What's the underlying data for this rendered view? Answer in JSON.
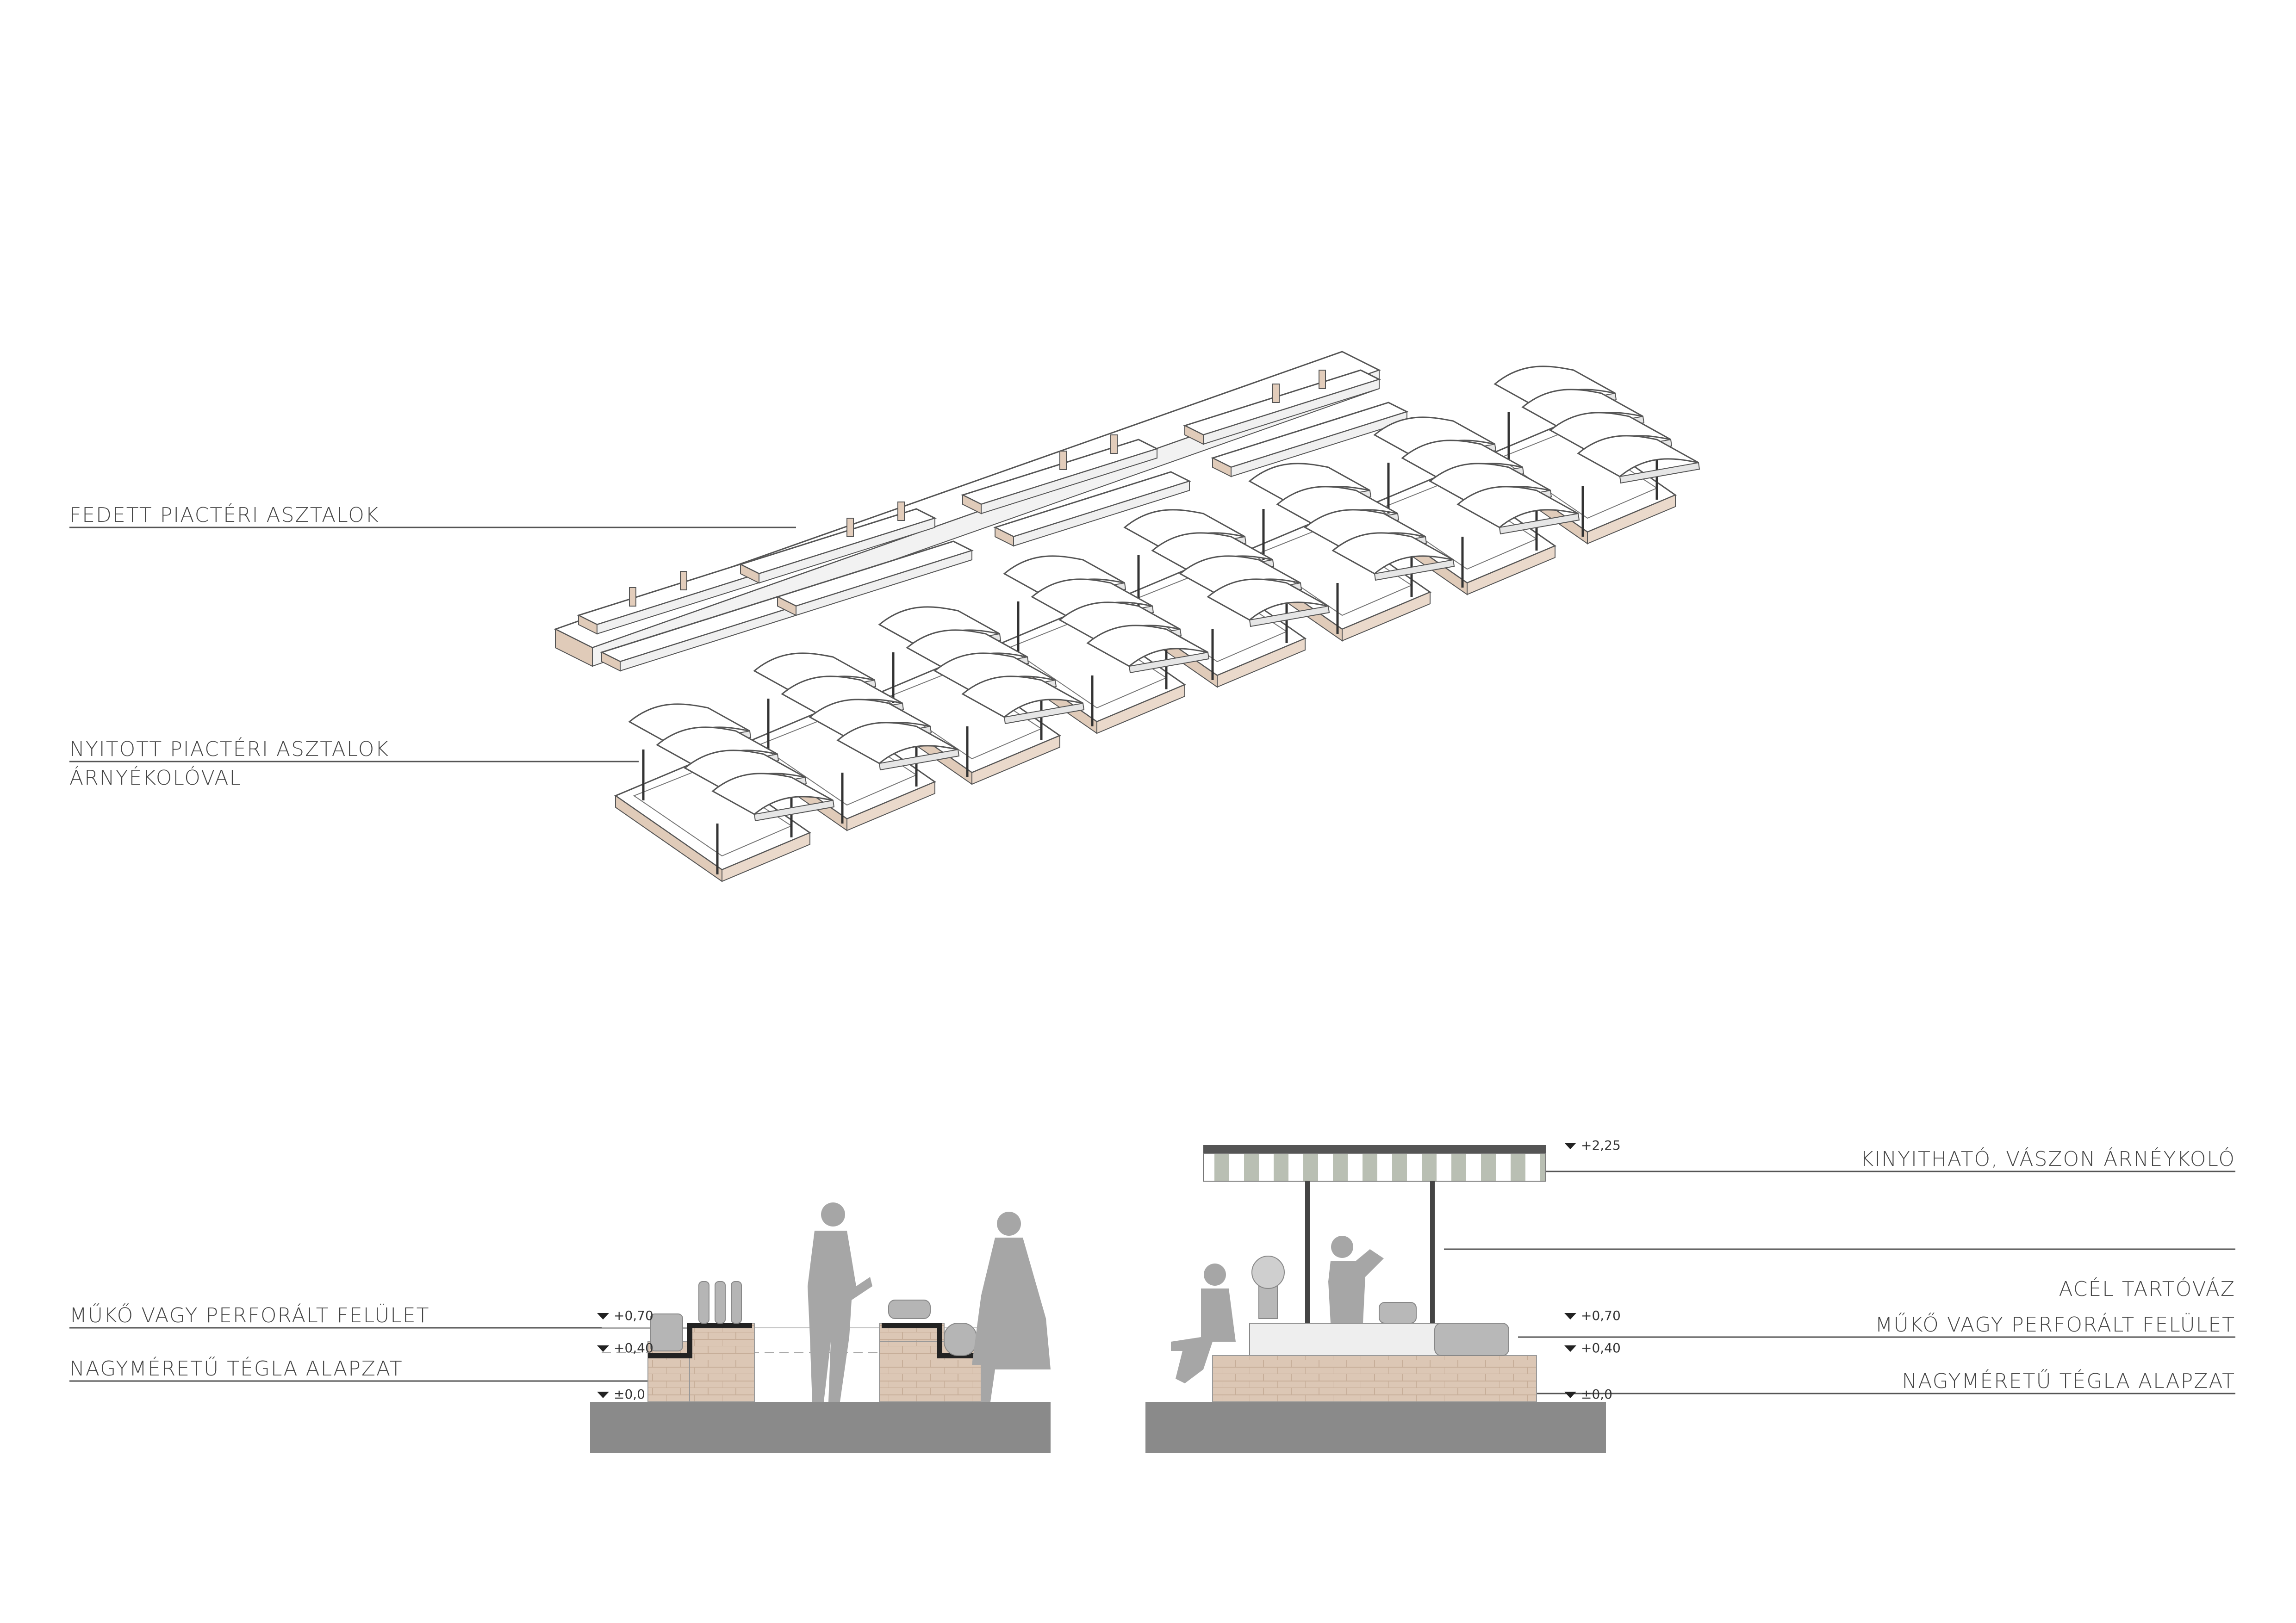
{
  "axonometry": {
    "label_covered": "FEDETT PIACTÉRI ASZTALOK",
    "label_open_line1": "NYITOTT PIACTÉRI ASZTALOK",
    "label_open_line2": "ÁRNYÉKOLÓVAL"
  },
  "section_left": {
    "label_surface": "MŰKŐ VAGY PERFORÁLT FELÜLET",
    "label_base": "NAGYMÉRETŰ TÉGLA ALAPZAT",
    "level_top": "+0,70",
    "level_mid": "+0,40",
    "level_ground": "±0,0"
  },
  "section_right": {
    "label_awning": "KINYITHATÓ, VÁSZON ÁRNÉYKOLÓ",
    "label_frame": "ACÉL TARTÓVÁZ",
    "label_surface": "MŰKŐ VAGY PERFORÁLT FELÜLET",
    "label_base": "NAGYMÉRETŰ TÉGLA ALAPZAT",
    "level_awning": "+2,25",
    "level_top": "+0,70",
    "level_mid": "+0,40",
    "level_ground": "±0,0"
  },
  "colors": {
    "ink": "#444444",
    "leader": "#555555",
    "brick": "#d9c4b2",
    "ground": "#8a8a8a",
    "silhouette": "#a6a6a6",
    "stripe": "#b9bfb3"
  }
}
